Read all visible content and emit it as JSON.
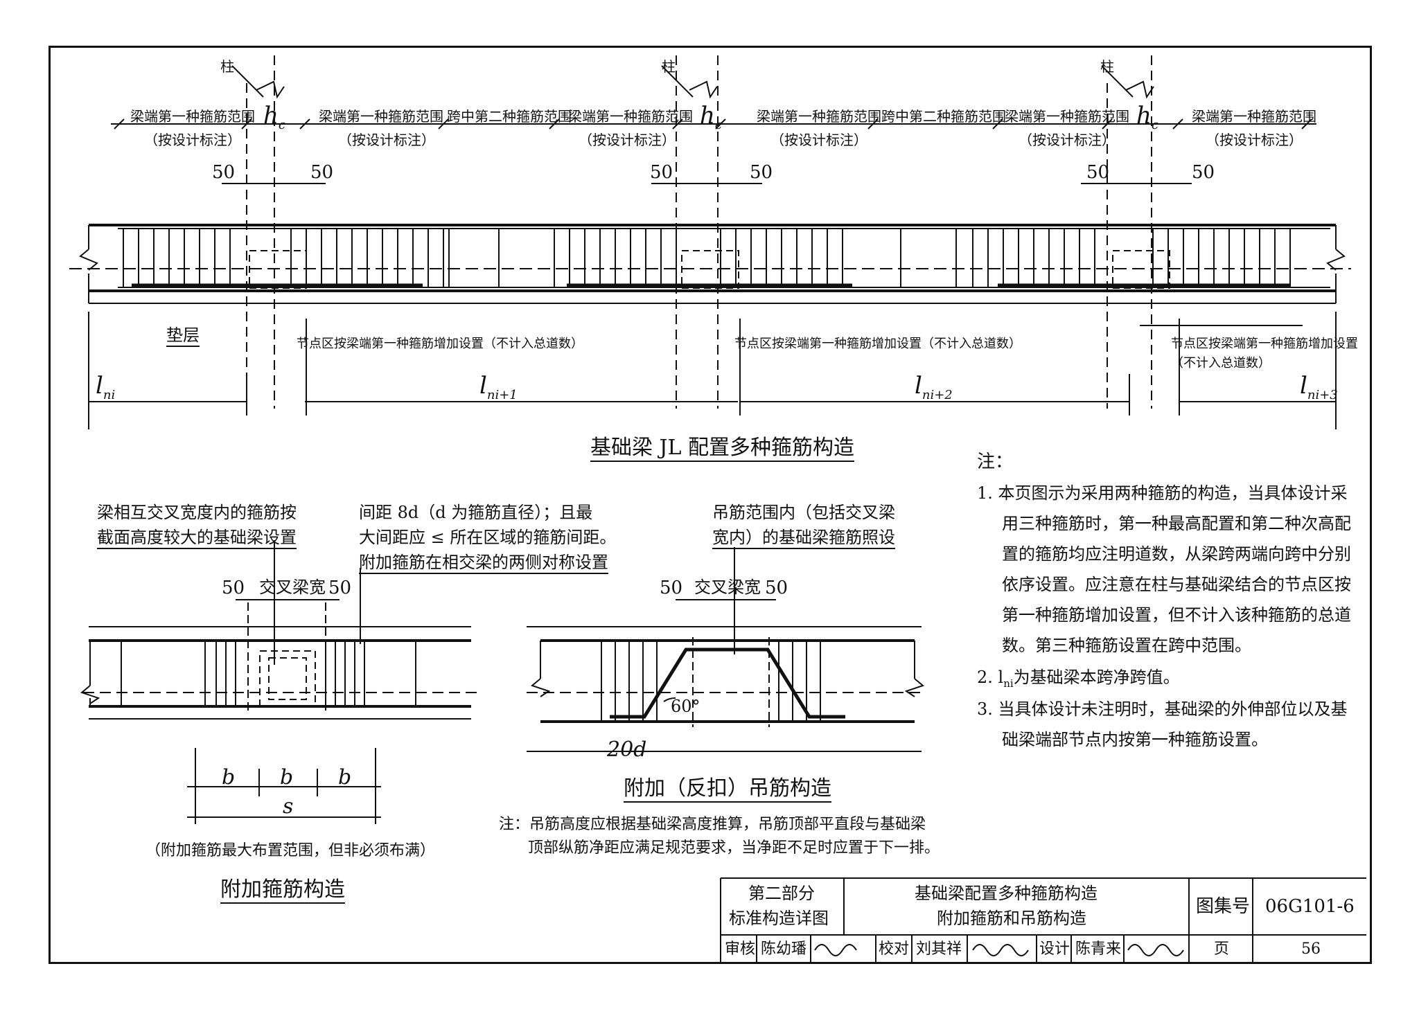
{
  "top": {
    "column_label": "柱",
    "hc": "h",
    "hc_sub": "c",
    "end_range_label": "梁端第一种箍筋范围",
    "mid_range_label": "跨中第二种箍筋范围",
    "by_design_note": "（按设计标注）",
    "dim_50": "50",
    "cushion_label": "垫层",
    "node_note": "节点区按梁端第一种箍筋增加设置（不计入总道数）",
    "node_note_right_1": "节点区按梁端第一种箍筋增加设置",
    "node_note_right_2": "（不计入总道数）",
    "spans": [
      {
        "base": "l",
        "sub": "ni"
      },
      {
        "base": "l",
        "sub": "ni+1"
      },
      {
        "base": "l",
        "sub": "ni+2"
      },
      {
        "base": "l",
        "sub": "ni+3"
      }
    ],
    "title": "基础梁 JL 配置多种箍筋构造"
  },
  "left_detail": {
    "note_a_1": "梁相互交叉宽度内的箍筋按",
    "note_a_2": "截面高度较大的基础梁设置",
    "note_b_1": "间距 8d（d 为箍筋直径）；且最",
    "note_b_2": "大间距应 ≤ 所在区域的箍筋间距。",
    "note_b_3": "附加箍筋在相交梁的两侧对称设置",
    "dim_50": "50",
    "cross_width": "交叉梁宽",
    "b": "b",
    "s": "s",
    "range_note": "（附加箍筋最大布置范围，但非必须布满）",
    "title": "附加箍筋构造"
  },
  "right_detail": {
    "note_1": "吊筋范围内（包括交叉梁",
    "note_2": "宽内）的基础梁箍筋照设",
    "dim_50": "50",
    "cross_width": "交叉梁宽",
    "angle": "60°",
    "len_20d": "20d",
    "title": "附加（反扣）吊筋构造",
    "footnote_1": "注：吊筋高度应根据基础梁高度推算，吊筋顶部平直段与基础梁",
    "footnote_2": "顶部纵筋净距应满足规范要求，当净距不足时应置于下一排。"
  },
  "notes": {
    "heading": "注：",
    "items": [
      [
        "1. 本页图示为采用两种箍筋的构造，当具体设计采",
        "用三种箍筋时，第一种最高配置和第二种次高配",
        "置的箍筋均应注明道数，从梁跨两端向跨中分别",
        "依序设置。应注意在柱与基础梁结合的节点区按",
        "第一种箍筋增加设置，但不计入该种箍筋的总道",
        "数。第三种箍筋设置在跨中范围。"
      ],
      [
        "2. l",
        "ni",
        "为基础梁本跨净跨值。"
      ],
      [
        "3. 当具体设计未注明时，基础梁的外伸部位以及基",
        "础梁端部节点内按第一种箍筋设置。"
      ]
    ]
  },
  "title_block": {
    "part": "第二部分",
    "part_sub": "标准构造详图",
    "drawing_title_1": "基础梁配置多种箍筋构造",
    "drawing_title_2": "附加箍筋和吊筋构造",
    "atlas_label": "图集号",
    "atlas_no": "06G101-6",
    "review": "审核",
    "reviewer": "陈幼璠",
    "check": "校对",
    "checker": "刘其祥",
    "design": "设计",
    "designer": "陈青来",
    "page_label": "页",
    "page_no": "56"
  }
}
